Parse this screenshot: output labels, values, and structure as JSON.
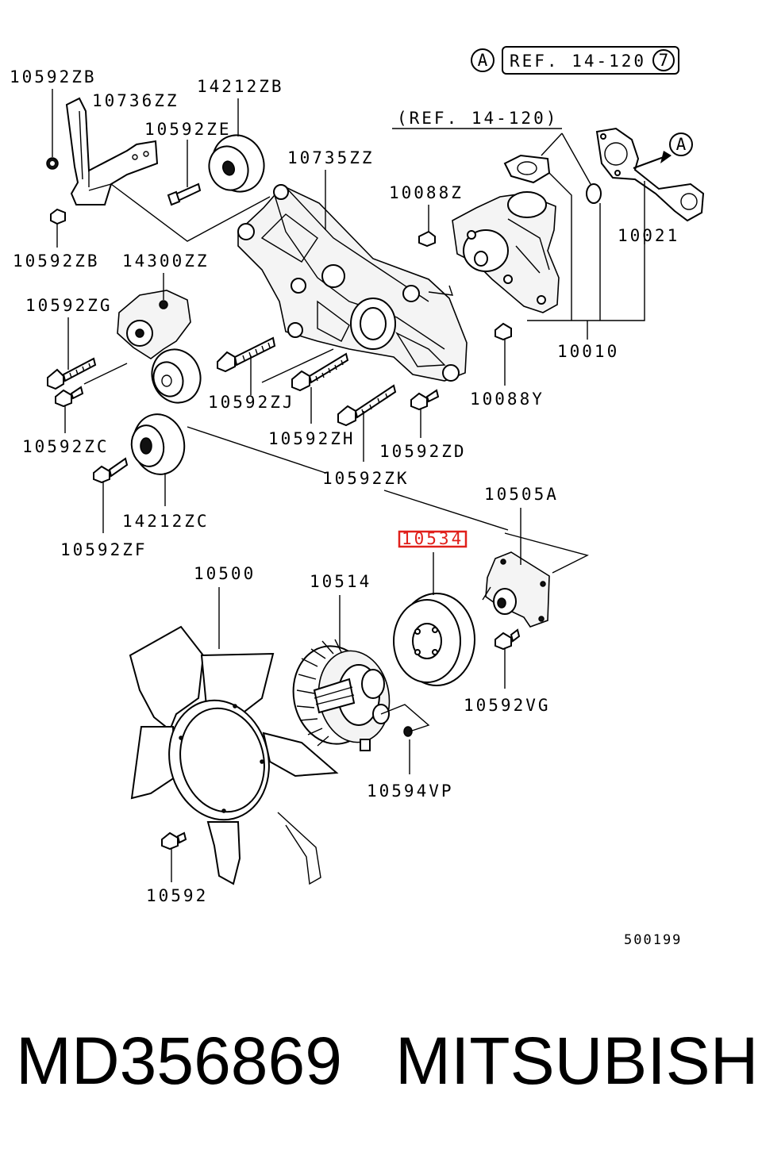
{
  "diagram": {
    "ref_marker": "A",
    "ref_box_text": "REF. 14-120",
    "ref_box_num": "7",
    "ref_note": "(REF. 14-120)",
    "arrow_marker": "A",
    "drawing_code": "500199",
    "highlight_color": "#e0201b",
    "labels": {
      "p10592ZB_top": "10592ZB",
      "p10736ZZ": "10736ZZ",
      "p14212ZB": "14212ZB",
      "p10592ZE": "10592ZE",
      "p10735ZZ": "10735ZZ",
      "p10088Z": "10088Z",
      "p10021": "10021",
      "p10592ZB_bot": "10592ZB",
      "p14300ZZ": "14300ZZ",
      "p10592ZG": "10592ZG",
      "p10010": "10010",
      "p10592ZJ": "10592ZJ",
      "p10088Y": "10088Y",
      "p10592ZC": "10592ZC",
      "p10592ZH": "10592ZH",
      "p10592ZD": "10592ZD",
      "p10592ZK": "10592ZK",
      "p14212ZC": "14212ZC",
      "p10505A": "10505A",
      "p10592ZF": "10592ZF",
      "p10534": "10534",
      "p10500": "10500",
      "p10514": "10514",
      "p10592VG": "10592VG",
      "p10594VP": "10594VP",
      "p10592": "10592"
    }
  },
  "footer": {
    "part_number": "MD356869",
    "brand": "MITSUBISHI"
  }
}
